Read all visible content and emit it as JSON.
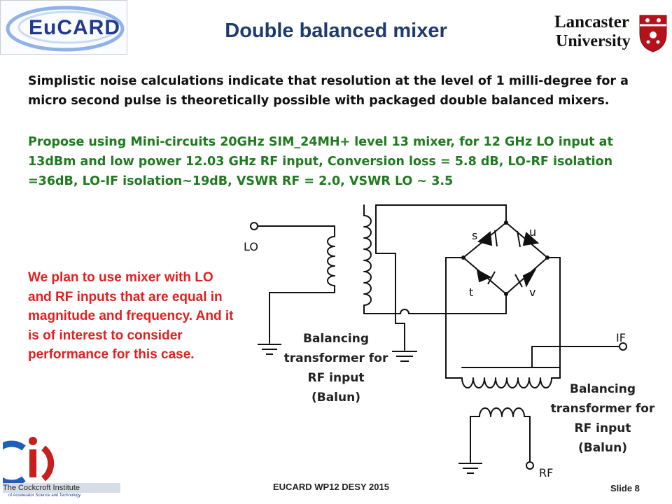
{
  "logos": {
    "eucard": "EuCARD",
    "lancaster_line1": "Lancaster",
    "lancaster_line2": "University",
    "cockcroft_line1": "The Cockcroft Institute",
    "cockcroft_line2": "of Accelerator Science and Technology"
  },
  "slide": {
    "title": "Double balanced mixer",
    "paragraph1": "Simplistic  noise calculations indicate that resolution at the level of  1 milli-degree for a micro second pulse is theoretically possible with packaged double balanced mixers.",
    "paragraph2": "Propose using  Mini-circuits 20GHz SIM_24MH+ level 13 mixer, for 12 GHz LO input at 13dBm and low power 12.03 GHz RF input, Conversion loss = 5.8 dB, LO-RF isolation =36dB, LO-IF isolation~19dB, VSWR RF = 2.0, VSWR LO ~ 3.5",
    "note": "We plan to use mixer with LO and RF inputs that are equal in magnitude and frequency. And it is of interest to consider performance for this case."
  },
  "diagram": {
    "lo_label": "LO",
    "if_label": "IF",
    "rf_label": "RF",
    "diode_s": "s",
    "diode_u": "u",
    "diode_t": "t",
    "diode_v": "v",
    "caption_left": "Balancing transformer for RF input (Balun)",
    "caption_right": "Balancing transformer for RF input (Balun)"
  },
  "footer": {
    "center": "EUCARD WP12 DESY 2015",
    "slide_number": "Slide 8"
  },
  "colors": {
    "title": "#1f3a6e",
    "green_text": "#1f7a1f",
    "red_text": "#e02020",
    "lancaster_red": "#b5121b"
  }
}
